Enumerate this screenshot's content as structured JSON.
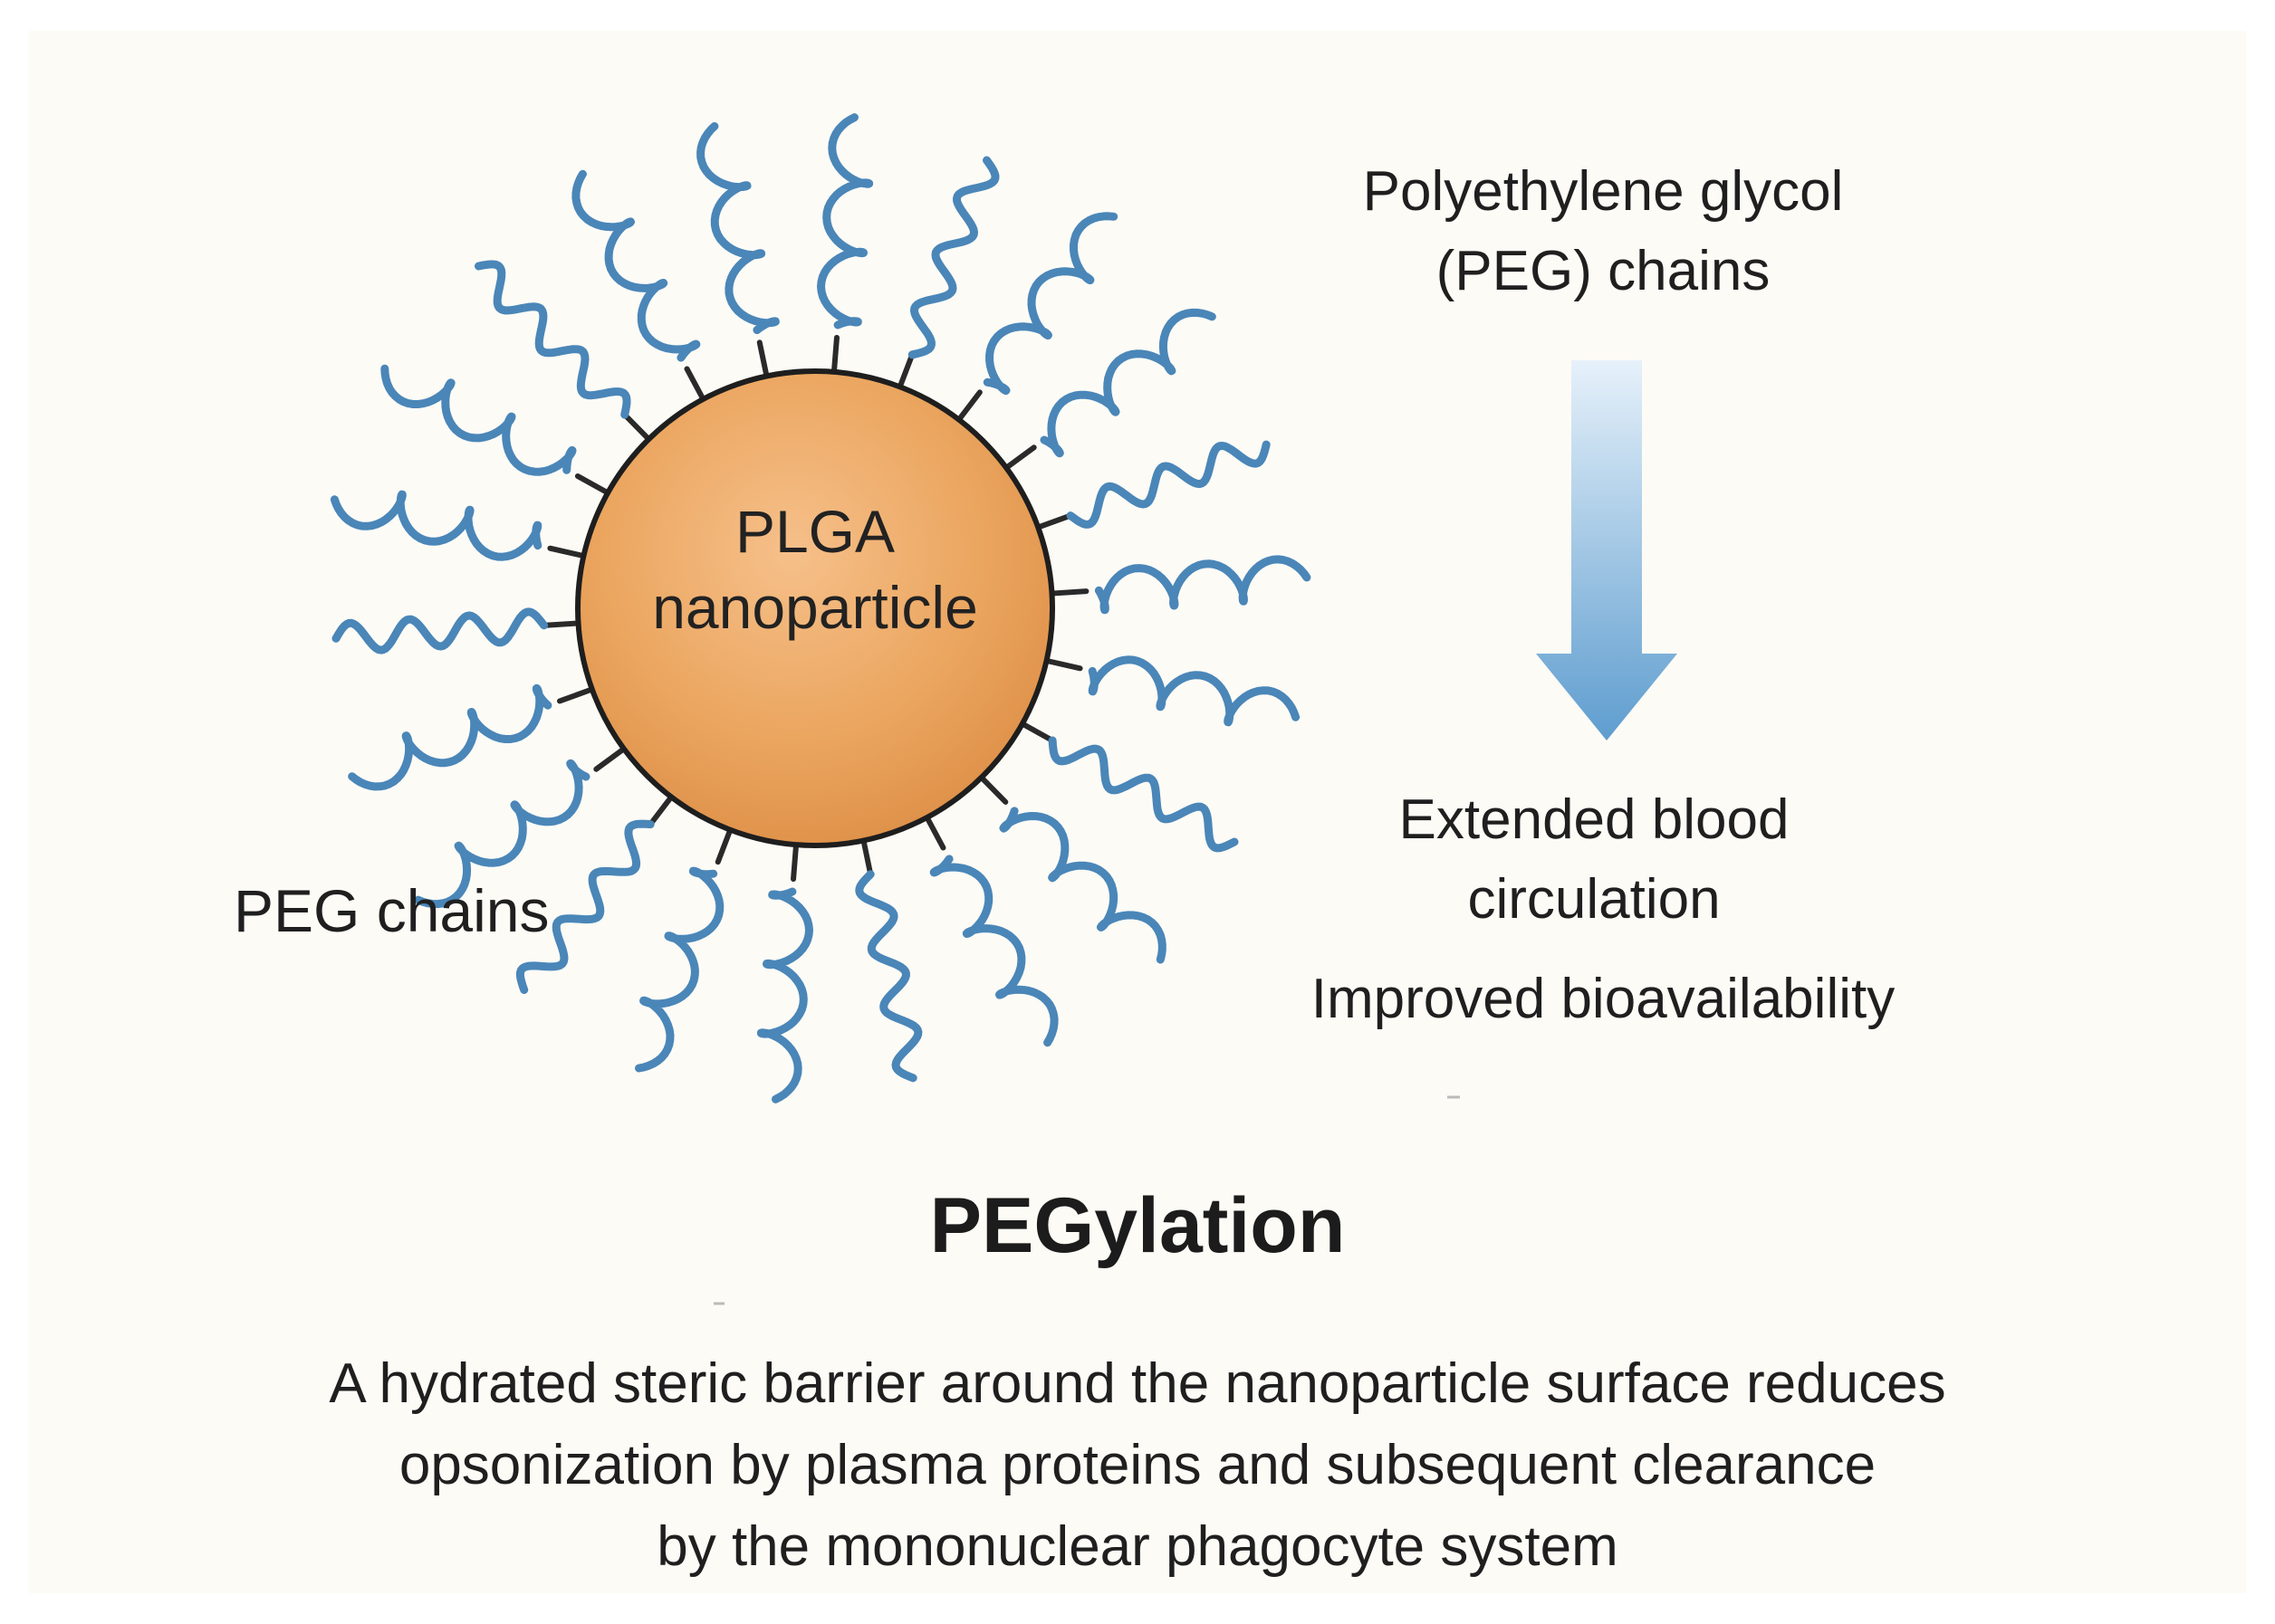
{
  "diagram": {
    "particle": {
      "label_line1": "PLGA",
      "label_line2": "nanoparticle",
      "core_color": "#EBA660",
      "edge_color": "#1E1E1E"
    },
    "chains": {
      "label": "PEG chains",
      "color": "#4A86B8",
      "stem_color": "#2A2A2A"
    },
    "right_column": {
      "top_label_line1": "Polyethylene glycol",
      "top_label_line2": "(PEG) chains",
      "arrow_color": "#6FA8D4",
      "effect_line1": "Extended blood",
      "effect_line2": "circulation",
      "effect2": "Improved bioavailability"
    },
    "title": "PEGylation",
    "description": {
      "line1": "A hydrated steric barrier around the nanoparticle surface reduces",
      "line2": "opsonization by plasma proteins and subsequent clearance",
      "line3": "by the mononuclear phagocyte system"
    }
  }
}
